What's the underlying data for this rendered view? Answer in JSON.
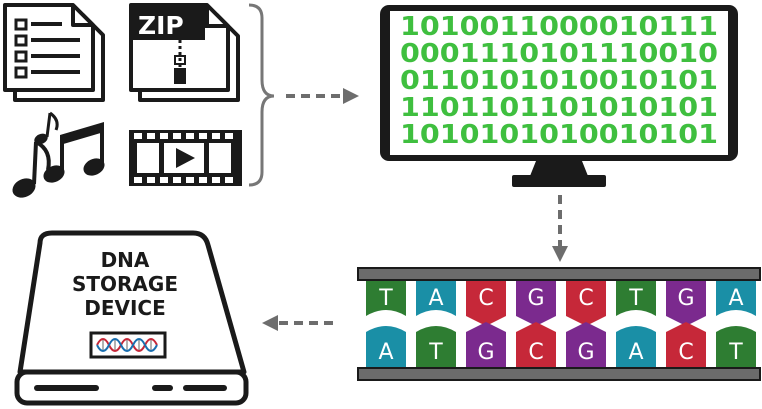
{
  "colors": {
    "binary_green": "#3fbf3f",
    "adenine": "#1a8fa6",
    "thymine": "#2e7d32",
    "cytosine": "#c62839",
    "guanine": "#7b2a8e",
    "arrow_gray": "#6d6d6d",
    "outline": "#1a1a1a"
  },
  "icons": [
    "document-icon",
    "zip-file-icon",
    "music-notes-icon",
    "video-film-icon",
    "computer-monitor-icon",
    "dna-storage-device-icon"
  ],
  "zip_label": "ZIP",
  "binary_lines": [
    "1010011000010111",
    "0001110101110010",
    "0110101010010101",
    "1101101101010101",
    "1010101010010101"
  ],
  "dna": {
    "top_strand": [
      "T",
      "A",
      "C",
      "G",
      "C",
      "T",
      "G",
      "A"
    ],
    "bottom_strand": [
      "A",
      "T",
      "G",
      "C",
      "G",
      "A",
      "C",
      "T"
    ]
  },
  "device": {
    "label_lines": [
      "DNA",
      "STORAGE",
      "DEVICE"
    ]
  }
}
